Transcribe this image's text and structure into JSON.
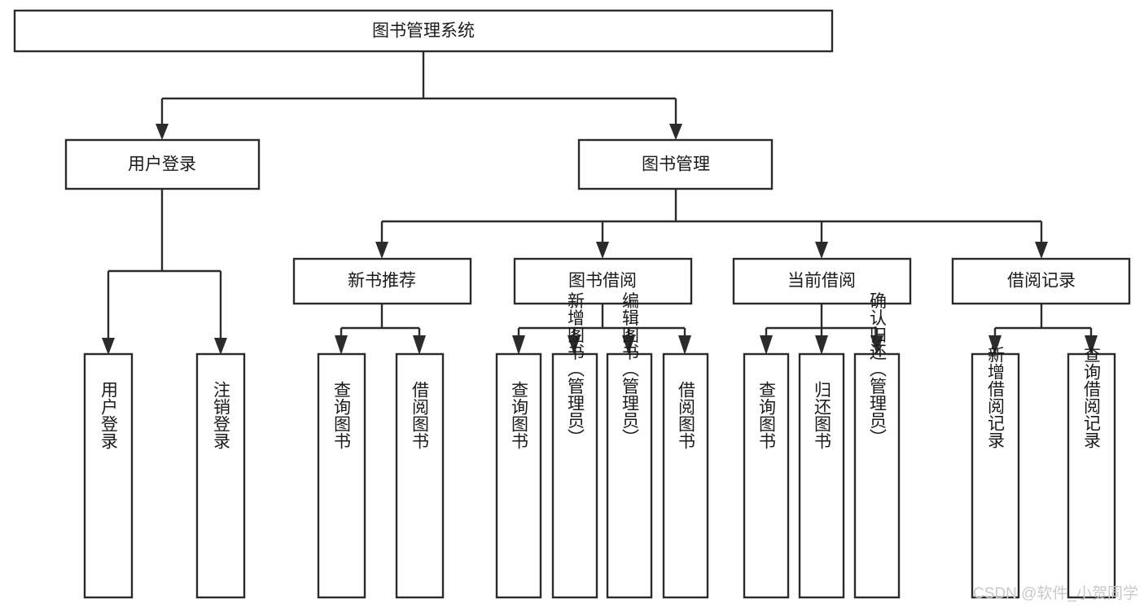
{
  "diagram": {
    "title": "图书管理系统",
    "orientation": "top-down-tree",
    "root": {
      "id": "root",
      "label": "图书管理系统"
    },
    "level2": [
      {
        "id": "user-login",
        "label": "用户登录"
      },
      {
        "id": "book-management",
        "label": "图书管理"
      }
    ],
    "level3": [
      {
        "id": "new-book-recommend",
        "label": "新书推荐",
        "parent": "book-management"
      },
      {
        "id": "book-borrow",
        "label": "图书借阅",
        "parent": "book-management"
      },
      {
        "id": "current-borrow",
        "label": "当前借阅",
        "parent": "book-management"
      },
      {
        "id": "borrow-record",
        "label": "借阅记录",
        "parent": "book-management"
      }
    ],
    "leaves": {
      "user-login": [
        {
          "id": "leaf-user-login",
          "label": "用户登录"
        },
        {
          "id": "leaf-logout-login",
          "label": "注销登录"
        }
      ],
      "new-book-recommend": [
        {
          "id": "leaf-query-book-1",
          "label": "查询图书"
        },
        {
          "id": "leaf-borrow-book-1",
          "label": "借阅图书"
        }
      ],
      "book-borrow": [
        {
          "id": "leaf-query-book-2",
          "label": "查询图书"
        },
        {
          "id": "leaf-add-book-admin",
          "label": "新增图书（管理员）"
        },
        {
          "id": "leaf-edit-book-admin",
          "label": "编辑图书（管理员）"
        },
        {
          "id": "leaf-borrow-book-2",
          "label": "借阅图书"
        }
      ],
      "current-borrow": [
        {
          "id": "leaf-query-book-3",
          "label": "查询图书"
        },
        {
          "id": "leaf-return-book",
          "label": "归还图书"
        },
        {
          "id": "leaf-confirm-return-admin",
          "label": "确认归还（管理员）"
        }
      ],
      "borrow-record": [
        {
          "id": "leaf-add-borrow-record",
          "label": "新增借阅记录"
        },
        {
          "id": "leaf-query-borrow-record",
          "label": "查询借阅记录"
        }
      ]
    }
  },
  "watermark": {
    "text": "CSDN @软件_小贺同学"
  },
  "colors": {
    "box_stroke": "#2b2b2b",
    "box_fill": "#ffffff",
    "text": "#1a1a1a",
    "connector": "#2b2b2b",
    "watermark": "#c9c9c9",
    "background": "#ffffff"
  }
}
